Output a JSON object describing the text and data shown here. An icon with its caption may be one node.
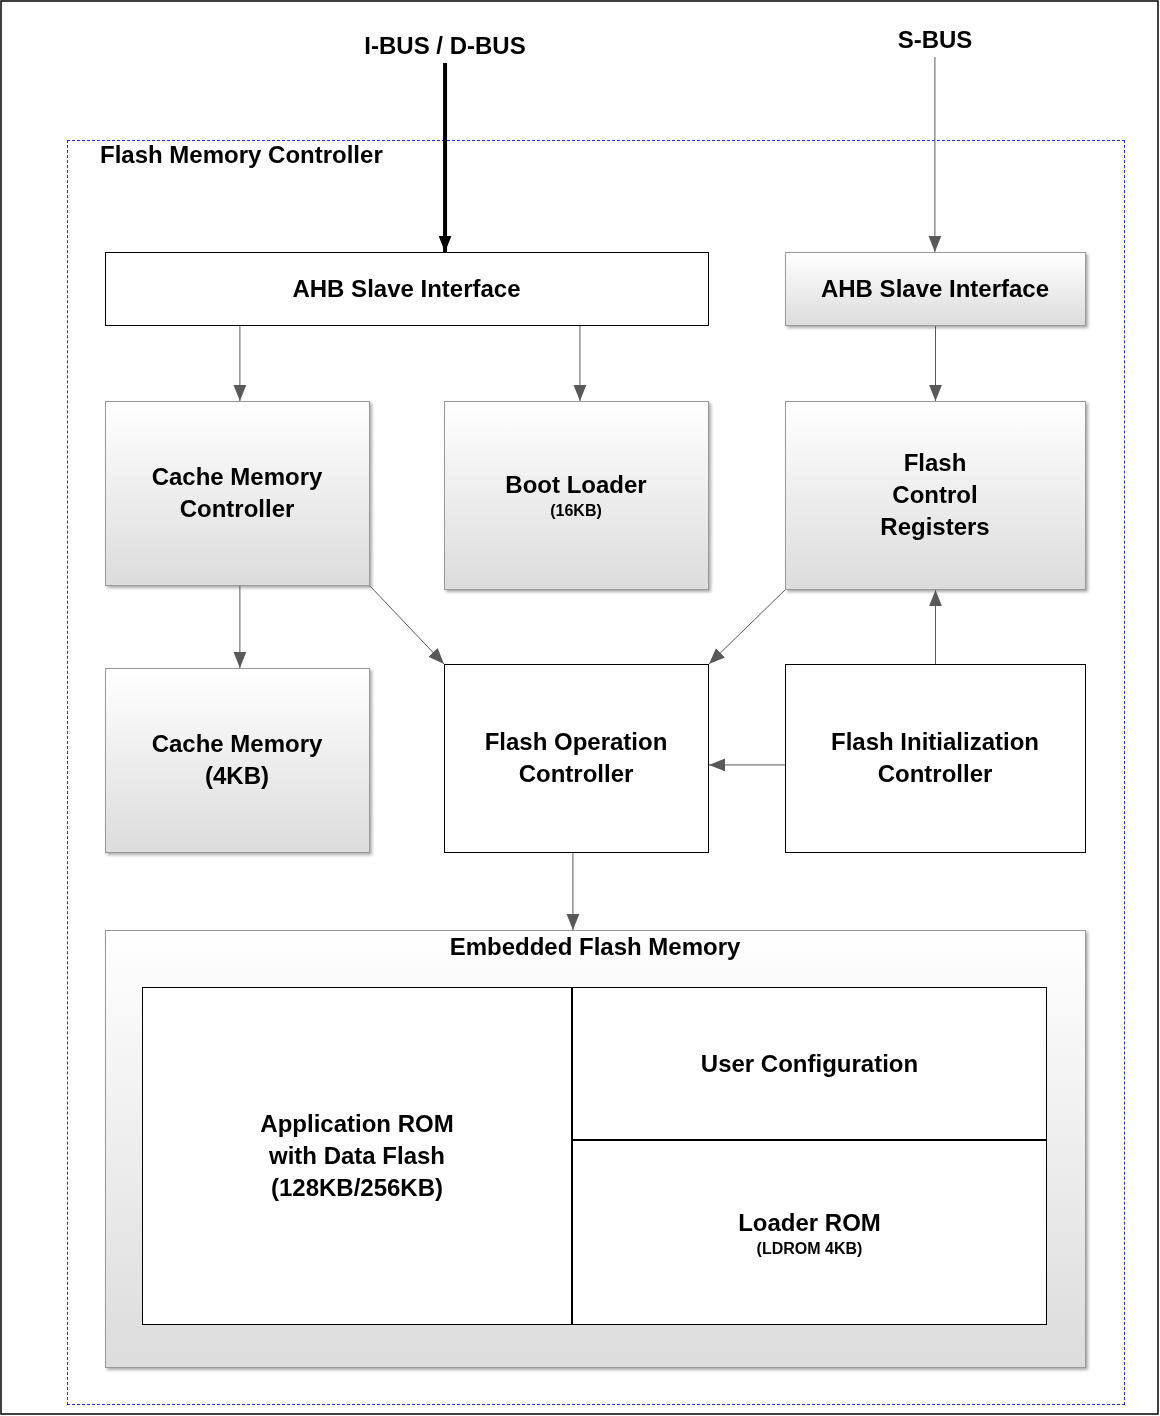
{
  "diagram": {
    "nodes": [
      {
        "text": [
          "Flash Memory Controller"
        ]
      },
      {
        "text": [
          "I-BUS / D-BUS"
        ]
      },
      {
        "text": [
          "S-BUS"
        ]
      },
      {
        "text": [
          "AHB Slave Interface"
        ],
        "in": 0
      },
      {
        "text": [
          "AHB Slave Interface"
        ],
        "in": 0
      },
      {
        "text": [
          "Cache Memory Controller"
        ],
        "in": 0
      },
      {
        "text": [
          "Boot Loader",
          "(16KB)"
        ],
        "in": 0
      },
      {
        "text": [
          "Flash Control Registers"
        ],
        "in": 0
      },
      {
        "text": [
          "Cache Memory (4KB)"
        ],
        "in": 0
      },
      {
        "text": [
          "Flash Operation Controller"
        ],
        "in": 0
      },
      {
        "text": [
          "Flash Initialization Controller"
        ],
        "in": 0
      },
      {
        "text": [
          "Embedded Flash Memory"
        ],
        "in": 0
      },
      {
        "text": [
          "Application ROM with Data Flash (128KB/256KB)"
        ],
        "in": 11
      },
      {
        "text": [
          "User Configuration"
        ],
        "in": 11
      },
      {
        "text": [
          "Loader ROM",
          "(LDROM 4KB)"
        ],
        "in": 11
      }
    ],
    "edges": [
      {
        "from": 1,
        "to": 3,
        "arrow": "to",
        "style": "thick",
        "color": "#000000"
      },
      {
        "from": 2,
        "to": 4,
        "arrow": "to"
      },
      {
        "from": 3,
        "to": 5,
        "arrow": "to"
      },
      {
        "from": 3,
        "to": 6,
        "arrow": "to"
      },
      {
        "from": 4,
        "to": 7,
        "arrow": "to"
      },
      {
        "from": 5,
        "to": 8,
        "arrow": "to"
      },
      {
        "from": 5,
        "to": 9,
        "arrow": "to"
      },
      {
        "from": 7,
        "to": 9,
        "arrow": "to"
      },
      {
        "from": 10,
        "to": 7,
        "arrow": "to"
      },
      {
        "from": 10,
        "to": 9,
        "arrow": "to"
      },
      {
        "from": 9,
        "to": 11,
        "arrow": "to"
      }
    ]
  }
}
